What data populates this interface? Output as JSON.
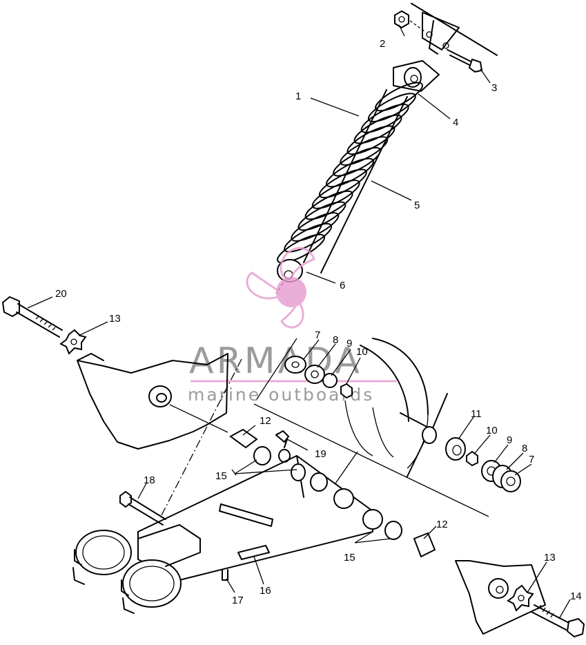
{
  "diagram": {
    "callouts": [
      {
        "id": "c1",
        "text": "1"
      },
      {
        "id": "c2",
        "text": "2"
      },
      {
        "id": "c3",
        "text": "3"
      },
      {
        "id": "c4",
        "text": "4"
      },
      {
        "id": "c5",
        "text": "5"
      },
      {
        "id": "c6",
        "text": "6"
      },
      {
        "id": "c7a",
        "text": "7"
      },
      {
        "id": "c8a",
        "text": "8"
      },
      {
        "id": "c9a",
        "text": "9"
      },
      {
        "id": "c10a",
        "text": "10"
      },
      {
        "id": "c11",
        "text": "11"
      },
      {
        "id": "c10b",
        "text": "10"
      },
      {
        "id": "c9b",
        "text": "9"
      },
      {
        "id": "c8b",
        "text": "8"
      },
      {
        "id": "c7b",
        "text": "7"
      },
      {
        "id": "c12a",
        "text": "12"
      },
      {
        "id": "c19",
        "text": "19"
      },
      {
        "id": "c15a",
        "text": "15"
      },
      {
        "id": "c18",
        "text": "18"
      },
      {
        "id": "c12b",
        "text": "12"
      },
      {
        "id": "c15b",
        "text": "15"
      },
      {
        "id": "c13a",
        "text": "13"
      },
      {
        "id": "c13b",
        "text": "13"
      },
      {
        "id": "c14",
        "text": "14"
      },
      {
        "id": "c16",
        "text": "16"
      },
      {
        "id": "c17",
        "text": "17"
      },
      {
        "id": "c20",
        "text": "20"
      }
    ]
  },
  "watermark": {
    "brand": "ARMADA",
    "tagline": "marine outboards",
    "logo_icon": "propeller-logo-icon",
    "logo_color": "#e59ad0",
    "text_color": "#7a7a7a"
  }
}
